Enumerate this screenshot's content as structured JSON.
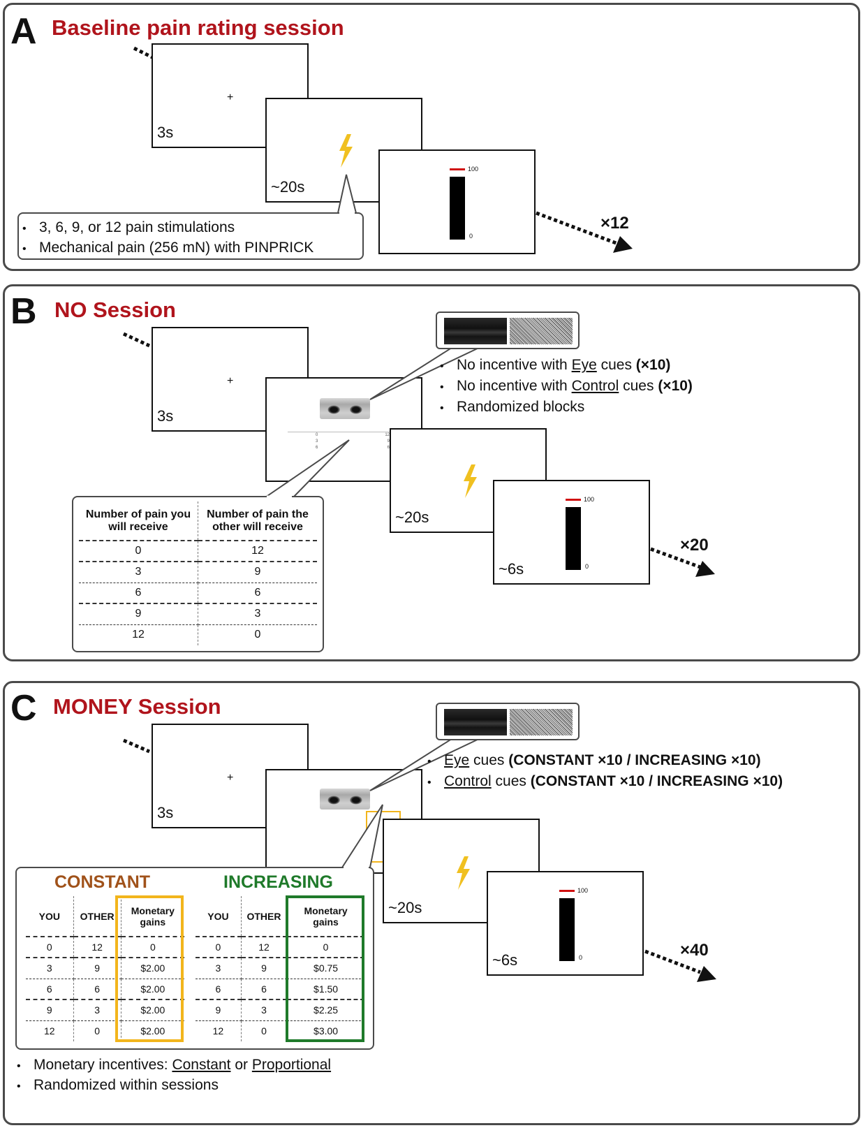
{
  "panelA": {
    "letter": "A",
    "title": "Baseline pain rating session",
    "screens": {
      "fixation_symbol": "+",
      "fixation_duration": "3s",
      "pain_duration": "~20s"
    },
    "rating_scale": {
      "max": "100",
      "min": "0"
    },
    "callout": {
      "line1": "3, 6, 9, or 12 pain stimulations",
      "line2": "Mechanical pain (256 mN) with PINPRICK"
    },
    "repeat": "×12"
  },
  "panelB": {
    "letter": "B",
    "title": "NO Session",
    "screens": {
      "fixation_symbol": "+",
      "fixation_duration": "3s",
      "pain_duration": "~20s",
      "rating_duration": "~6s"
    },
    "rating_scale": {
      "max": "100",
      "min": "0"
    },
    "bullets": [
      {
        "pre": "No incentive with ",
        "cue": "Eye",
        "post": " cues ",
        "count": "(×10)"
      },
      {
        "pre": "No incentive with ",
        "cue": "Control",
        "post": " cues ",
        "count": "(×10)"
      },
      {
        "pre": "Randomized blocks",
        "cue": "",
        "post": "",
        "count": ""
      }
    ],
    "table": {
      "headers": [
        "Number of pain you will receive",
        "Number of pain the other will receive"
      ],
      "rows": [
        [
          "0",
          "12"
        ],
        [
          "3",
          "9"
        ],
        [
          "6",
          "6"
        ],
        [
          "9",
          "3"
        ],
        [
          "12",
          "0"
        ]
      ]
    },
    "repeat": "×20"
  },
  "panelC": {
    "letter": "C",
    "title": "MONEY Session",
    "screens": {
      "fixation_symbol": "+",
      "fixation_duration": "3s",
      "pain_duration": "~20s",
      "rating_duration": "~6s"
    },
    "rating_scale": {
      "max": "100",
      "min": "0"
    },
    "bullets": [
      {
        "cue": "Eye",
        "post": " cues ",
        "detail": "(CONSTANT ×10 / INCREASING ×10)"
      },
      {
        "cue": "Control",
        "post": " cues ",
        "detail": "(CONSTANT ×10 / INCREASING ×10)"
      }
    ],
    "constant": {
      "title": "CONSTANT",
      "title_color": "#a0521a",
      "highlight_color": "#f2b51c",
      "headers": [
        "YOU",
        "OTHER",
        "Monetary gains"
      ],
      "rows": [
        [
          "0",
          "12",
          "0"
        ],
        [
          "3",
          "9",
          "$2.00"
        ],
        [
          "6",
          "6",
          "$2.00"
        ],
        [
          "9",
          "3",
          "$2.00"
        ],
        [
          "12",
          "0",
          "$2.00"
        ]
      ]
    },
    "increasing": {
      "title": "INCREASING",
      "title_color": "#1f7a2a",
      "highlight_color": "#1f7a2a",
      "headers": [
        "YOU",
        "OTHER",
        "Monetary gains"
      ],
      "rows": [
        [
          "0",
          "12",
          "0"
        ],
        [
          "3",
          "9",
          "$0.75"
        ],
        [
          "6",
          "6",
          "$1.50"
        ],
        [
          "9",
          "3",
          "$2.25"
        ],
        [
          "12",
          "0",
          "$3.00"
        ]
      ]
    },
    "footer": {
      "line1_pre": "Monetary incentives: ",
      "line1_a": "Constant",
      "line1_mid": " or ",
      "line1_b": "Proportional",
      "line2": "Randomized within sessions"
    },
    "repeat": "×40"
  },
  "colors": {
    "title_red": "#b0141c",
    "pain_bolt": "#f0c020",
    "rating_top": "#d01010",
    "panel_border": "#4a4a4a"
  }
}
